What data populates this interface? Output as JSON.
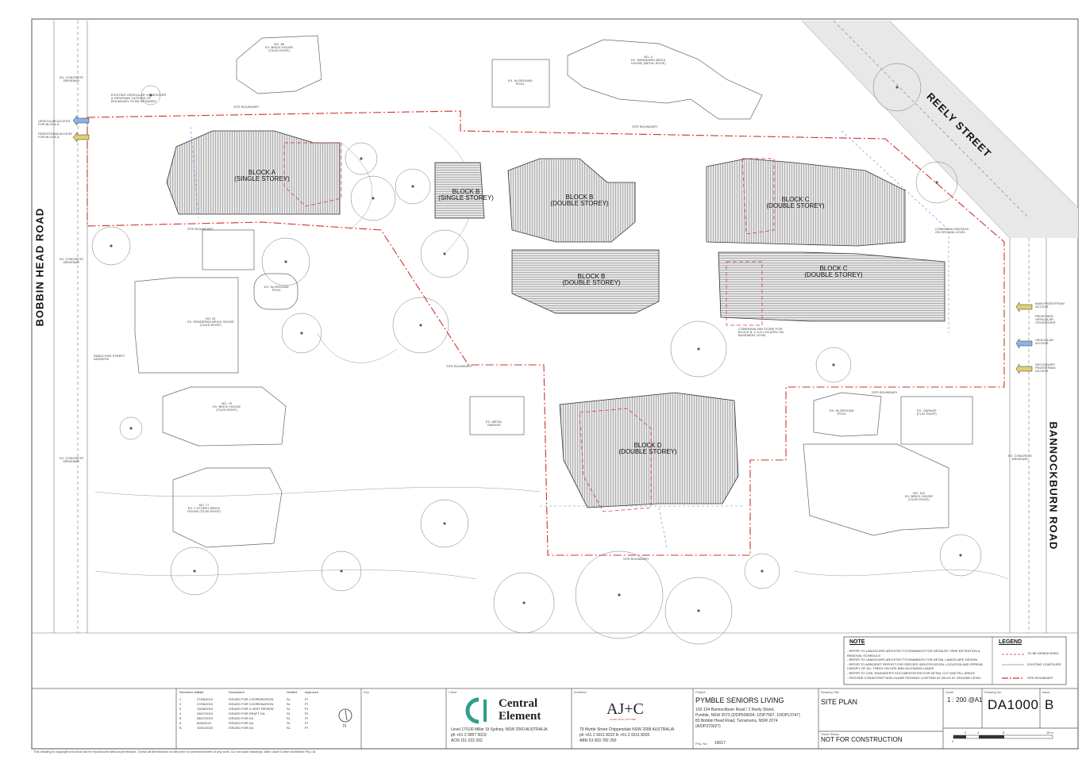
{
  "roads": {
    "left": "BOBBIN HEAD ROAD",
    "right": "BANNOCKBURN ROAD",
    "top": "REELY STREET"
  },
  "blocks": {
    "a": {
      "name": "BLOCK A",
      "storey": "(SINGLE STOREY)"
    },
    "b1": {
      "name": "BLOCK B",
      "storey": "(SINGLE STOREY)"
    },
    "b2": {
      "name": "BLOCK B",
      "storey": "(DOUBLE STOREY)"
    },
    "b3": {
      "name": "BLOCK B",
      "storey": "(DOUBLE STOREY)"
    },
    "c1": {
      "name": "BLOCK C",
      "storey": "(DOUBLE STOREY)"
    },
    "c2": {
      "name": "BLOCK C",
      "storey": "(DOUBLE STOREY)"
    },
    "d": {
      "name": "BLOCK D",
      "storey": "(DOUBLE STOREY)"
    }
  },
  "site_labels": {
    "site_boundary": "SITE BOUNDARY",
    "no86": "NO. 86\nEX. BRICK HOUSE\n(TILED ROOF)",
    "no4": "NO. 4\nEX. RENDERED BRICK\nHOUSE (METAL ROOF)",
    "pool_top": "EX. IN-GROUND\nPOOL",
    "pool_mid": "EX. IN-GROUND\nPOOL",
    "no81": "NO. 81\nEX. RENDERED BRICK HOUSE\n(TILED ROOF)",
    "no79": "NO. 79\nEX. BRICK HOUSE\n(TILED ROOF)",
    "no77": "NO. 77\nEX. 2 STOREY BRICK\nHOUSE (TILED ROOF)",
    "metal_garage": "EX. METAL\nGARAGE",
    "pool_right": "EX. IN-GROUND\nPOOL",
    "garage_right": "EX. GARAGE\n(FLAT ROOF)",
    "no110": "NO. 110\nEX. BRICK HOUSE\n(TILED ROOF)",
    "driveway1": "EX. CONCRETE\nDRIVEWAY",
    "driveway2": "EX. CONCRETE\nDRIVEWAY",
    "driveway3": "EX. CONCRETE\nDRIVEWAY",
    "driveway4": "EX. CONCRETE\nDRIVEWAY",
    "veh_access_a": "VEHICULAR ACCESS\nFOR BLOCK A",
    "ped_access_a": "PEDESTRIAN ACCESS\nFOR BLOCK A",
    "crossover_note": "EXISTING VEHICULAR CROSSOVER\n& DRIVEWAY OUTSIDE OF\nBOUNDARY TO BE RETAINED",
    "main_ped": "MAIN PEDESTRIAN\nACCESS",
    "prop_crossover": "PROPOSED\nVEHICULAR\nCROSSOVER",
    "veh_access": "VEHICULAR\nACCESS",
    "secondary_ped": "SECONDARY\nPEDESTRIAN\nACCESS",
    "bin_store": "COMMUNAL BIN STORE FOR\nBLOCK B, C & D LOCATED ON\nBASEMENT LEVEL",
    "comm_bin_c": "COMMUNAL BIN BULK\nON GROUND LEVEL",
    "sable_end": "SABLE END STREET\nADDRESS"
  },
  "notes": {
    "heading": "NOTE",
    "lines": [
      "- REFER TO LANDSCAPE ARCHITECT'S DRAWINGS FOR DETAILED TREE RETENTION &",
      "  REMOVAL SCHEDULE",
      "- REFER TO LANDSCAPE ARCHITECT'S DRAWINGS FOR DETAIL LANDSCAPE DESIGN",
      "- REFER TO ARBORIST REPORT FOR SPECIES IDENTIFICATION, LOCATION AND SPREAD",
      "  CANOPY OF ALL TREES ON SITE AND ADJOINING LANDS",
      "- REFER TO CIVIL ENGINEER'S DOCUMENTATION FOR DETAIL CUT AND FILL AREAS",
      "- PROVIDE CONSISTENT NON-GLARE PATHWAY LIGHTING AT 20LUX AT GROUND LEVEL"
    ]
  },
  "legend": {
    "heading": "LEGEND",
    "items": [
      {
        "label": "TO BE DEMOLISHED",
        "color": "#d03030"
      },
      {
        "label": "EXISTING CONTOURS",
        "color": "#888888"
      },
      {
        "label": "SITE BOUNDARY",
        "color": "#d03030"
      }
    ]
  },
  "revisions": {
    "header": [
      "Revisions No.",
      "Date",
      "Description",
      "Verified",
      "Approved"
    ],
    "rows": [
      [
        "1",
        "27/06/2019",
        "ISSUED FOR COORDINATION",
        "SL",
        "PI"
      ],
      [
        "2",
        "27/06/2019",
        "ISSUED FOR COORDINATION",
        "SL",
        "PI"
      ],
      [
        "3",
        "19/08/2019",
        "ISSUED FOR CLIENT REVIEW",
        "SL",
        "PI"
      ],
      [
        "4",
        "03/07/2019",
        "ISSUED FOR DRAFT DA",
        "SL",
        "PI"
      ],
      [
        "5",
        "08/07/2019",
        "ISSUED FOR DA",
        "SL",
        "PI"
      ],
      [
        "6",
        "8/08/2019",
        "ISSUED FOR DA",
        "SL",
        "PI"
      ],
      [
        "B",
        "10/01/2020",
        "ISSUED FOR DA",
        "SL",
        "PI"
      ]
    ]
  },
  "title_block": {
    "key_label": "Key",
    "client_label": "Client",
    "client_name_1": "Central",
    "client_name_2": "Element",
    "client_address": "Level 17/100 Miller St Sydney, NSW 2060 AUSTRALIA",
    "client_phone": "ph +61 2 9957 5019",
    "client_acn": "ACN 151 022 202",
    "architect_label": "Architect",
    "architect_logo": "AJ+C",
    "architect_tagline": "ALLEN JACK+COTTIER",
    "architect_address": "79 Myrtle Street Chippendale NSW 2008 AUSTRALIA",
    "architect_phone": "ph +61 2 9311 8222 fx +61 2 9311 8200",
    "architect_abn": "ABN 53 003 782 250",
    "project_label": "Project",
    "project_name": "PYMBLE SENIORS LIVING",
    "project_addr_1": "102-104 Bannockburn Road / 2 Reely Street,",
    "project_addr_2": "Pymble, NSW 2073 (2/DP509694, 1/DP7587, 10/DP13747)",
    "project_addr_3": "83 Bobbin Head Road, Turramurra, NSW 2074",
    "project_addr_4": "(A/DP370027)",
    "proj_no_label": "Proj. No.",
    "proj_no": "19017",
    "drawing_title_label": "Drawing Title",
    "drawing_title": "SITE PLAN",
    "sheet_status_label": "Sheet Status",
    "sheet_status": "NOT FOR CONSTRUCTION",
    "scale_label": "Scale",
    "scale": "1 : 200 @A1",
    "drawing_no_label": "Drawing No.",
    "drawing_no": "DA1000",
    "issue_label": "Issue",
    "issue": "B",
    "scale_ticks": [
      "0",
      "2",
      "4",
      "8",
      "16 m"
    ],
    "north": "N"
  },
  "footer": "This drawing is copyright and must not be reproduced without permission. Check all dimensions on site prior to commencement of any work. Do not scale drawings. Allen Jack+Cottier Architects Pty Ltd."
}
